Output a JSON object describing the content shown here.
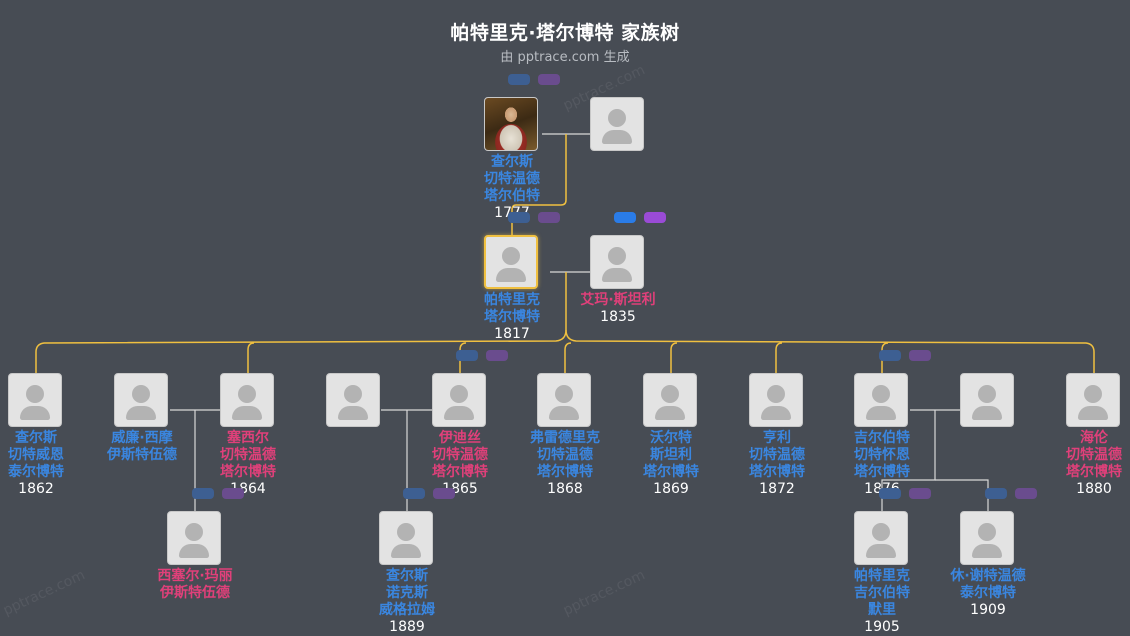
{
  "header": {
    "title": "帕特里克·塔尔博特 家族树",
    "subtitle": "由 pptrace.com 生成"
  },
  "watermark": "pptrace.com",
  "colors": {
    "male": "#3a86e0",
    "female": "#e0407a",
    "line_primary": "#f0c040",
    "line_secondary": "#d8d8d8",
    "background": "#474c54"
  },
  "people": [
    {
      "id": "p1777",
      "lines": [
        "查尔斯",
        "切特温德",
        "塔尔伯特"
      ],
      "year": "1777",
      "gender": "m",
      "photo": true
    },
    {
      "id": "p1777s",
      "lines": [],
      "year": "",
      "gender": "f"
    },
    {
      "id": "p1817",
      "lines": [
        "帕特里克",
        "塔尔博特"
      ],
      "year": "1817",
      "gender": "m",
      "selected": true
    },
    {
      "id": "p1835",
      "lines": [
        "艾玛·斯坦利"
      ],
      "year": "1835",
      "gender": "f"
    },
    {
      "id": "p1862",
      "lines": [
        "查尔斯",
        "切特威恩",
        "泰尔博特"
      ],
      "year": "1862",
      "gender": "m"
    },
    {
      "id": "p1864s",
      "lines": [
        "威廉·西摩",
        "伊斯特伍德"
      ],
      "year": "",
      "gender": "m"
    },
    {
      "id": "p1864",
      "lines": [
        "塞西尔",
        "切特温德",
        "塔尔博特"
      ],
      "year": "1864",
      "gender": "f"
    },
    {
      "id": "p1865s",
      "lines": [],
      "year": "",
      "gender": "m"
    },
    {
      "id": "p1865",
      "lines": [
        "伊迪丝",
        "切特温德",
        "塔尔博特"
      ],
      "year": "1865",
      "gender": "f"
    },
    {
      "id": "p1868",
      "lines": [
        "弗雷德里克",
        "切特温德",
        "塔尔博特"
      ],
      "year": "1868",
      "gender": "m"
    },
    {
      "id": "p1869",
      "lines": [
        "沃尔特",
        "斯坦利",
        "塔尔博特"
      ],
      "year": "1869",
      "gender": "m"
    },
    {
      "id": "p1872",
      "lines": [
        "亨利",
        "切特温德",
        "塔尔博特"
      ],
      "year": "1872",
      "gender": "m"
    },
    {
      "id": "p1876",
      "lines": [
        "吉尔伯特",
        "切特怀恩",
        "塔尔博特"
      ],
      "year": "1876",
      "gender": "m"
    },
    {
      "id": "p1876s",
      "lines": [],
      "year": "",
      "gender": "f"
    },
    {
      "id": "p1880",
      "lines": [
        "海伦",
        "切特温德",
        "塔尔博特"
      ],
      "year": "1880",
      "gender": "f"
    },
    {
      "id": "pcm",
      "lines": [
        "西塞尔·玛丽",
        "伊斯特伍德"
      ],
      "year": "",
      "gender": "f"
    },
    {
      "id": "p1889",
      "lines": [
        "查尔斯",
        "诺克斯",
        "威格拉姆"
      ],
      "year": "1889",
      "gender": "m"
    },
    {
      "id": "p1905",
      "lines": [
        "帕特里克",
        "吉尔伯特",
        "默里"
      ],
      "year": "1905",
      "gender": "m"
    },
    {
      "id": "p1909",
      "lines": [
        "休·谢特温德",
        "泰尔博特"
      ],
      "year": "1909",
      "gender": "m"
    }
  ]
}
